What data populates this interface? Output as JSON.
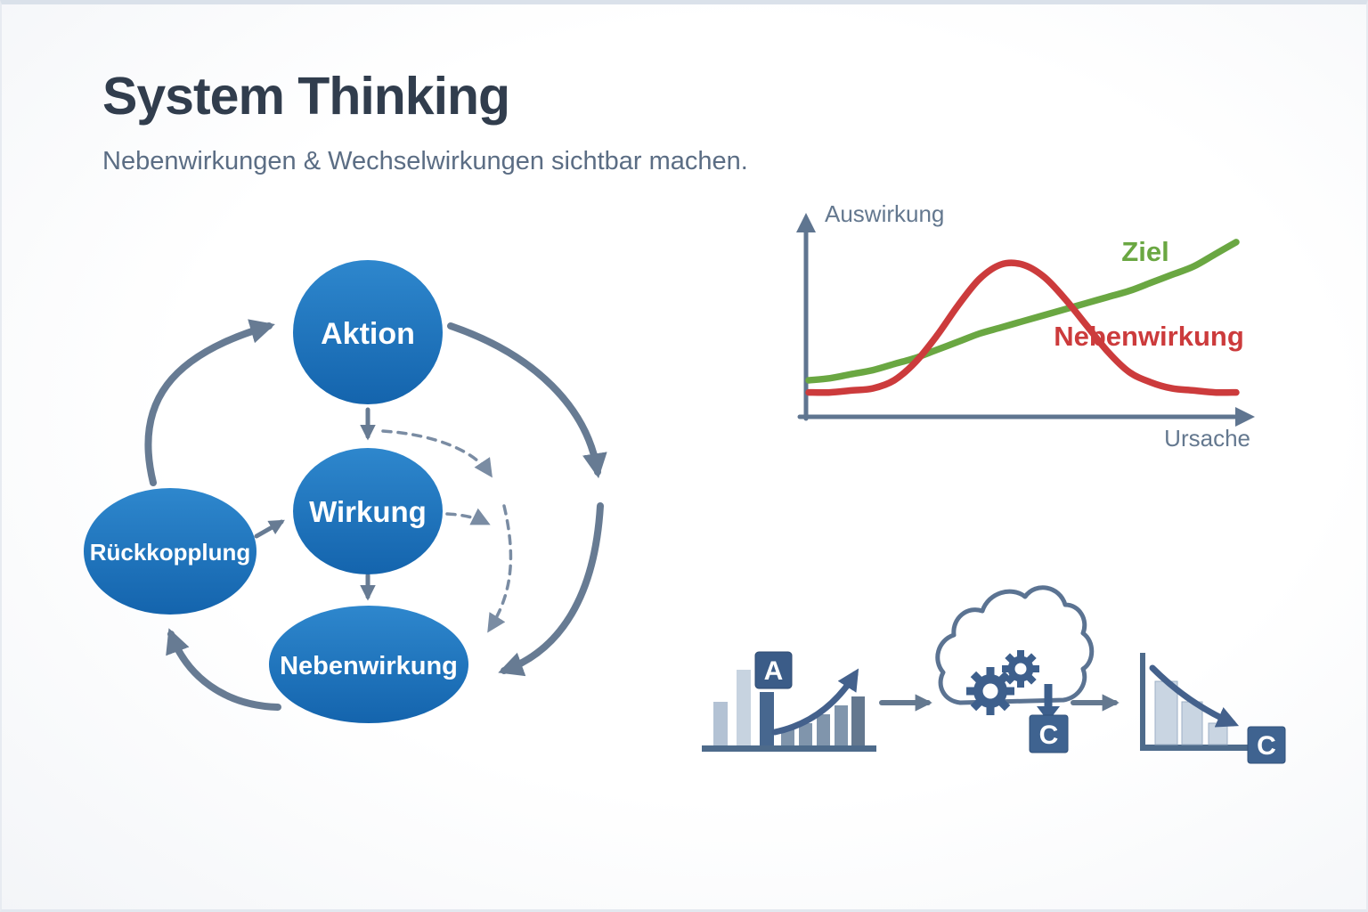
{
  "header": {
    "title": "System Thinking",
    "subtitle": "Nebenwirkungen & Wechselwirkungen sichtbar machen."
  },
  "loop_diagram": {
    "nodes": [
      {
        "id": "aktion",
        "label": "Aktion"
      },
      {
        "id": "wirkung",
        "label": "Wirkung"
      },
      {
        "id": "rueckkopplung",
        "label": "Rückkopplung"
      },
      {
        "id": "nebenwirkung",
        "label": "Nebenwirkung"
      }
    ],
    "node_color_top": "#2e87cd",
    "node_color_bottom": "#1464ad",
    "solid_arrow_color": "#677b93",
    "dashed_arrow_color": "#7a8ca3"
  },
  "chart_data": {
    "type": "line",
    "title": "",
    "xlabel": "Ursache",
    "ylabel": "Auswirkung",
    "x_range": [
      0,
      10
    ],
    "ylim": [
      0,
      100
    ],
    "grid": false,
    "tick_labels": "none",
    "legend_position": "inline-labels",
    "samples_evenly_spaced": true,
    "series": [
      {
        "name": "Ziel",
        "color": "#6aa742",
        "values": [
          18,
          19,
          21,
          23,
          26,
          29,
          33,
          37,
          41,
          44,
          47,
          50,
          53,
          56,
          59,
          62,
          66,
          70,
          74,
          80,
          86
        ]
      },
      {
        "name": "Nebenwirkung",
        "color": "#cc3b3c",
        "values": [
          12,
          12,
          13,
          14,
          18,
          27,
          40,
          55,
          68,
          75,
          75,
          69,
          58,
          45,
          32,
          22,
          17,
          14,
          13,
          12,
          12
        ]
      }
    ]
  },
  "process_flow": {
    "steps": [
      {
        "name": "rising-bar-chart",
        "badge": "A"
      },
      {
        "name": "cloud-with-gears",
        "badge": "C"
      },
      {
        "name": "declining-bar-chart",
        "badge": "C"
      }
    ],
    "icon_dark": "#3d5f8c",
    "icon_medium": "#64788f",
    "icon_light_bar": "#c9d5e2",
    "icon_baseline": "#4e6b8b"
  }
}
